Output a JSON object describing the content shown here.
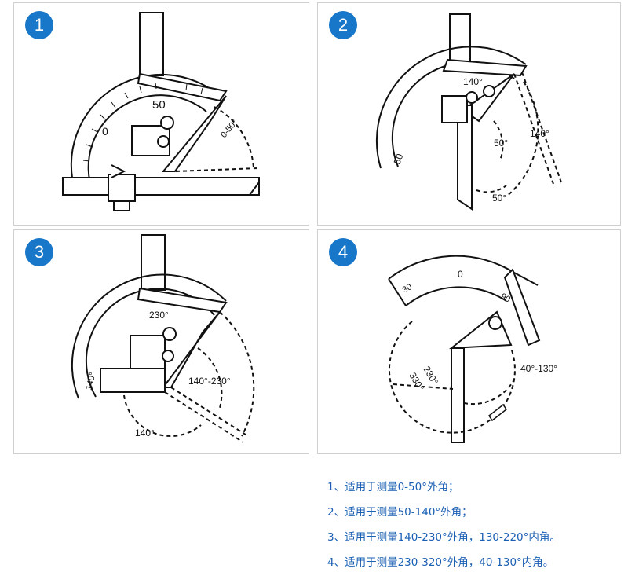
{
  "panels": [
    {
      "number": "1",
      "labels": {
        "scale_mark_a": "50",
        "scale_mark_b": "0",
        "range": "0-50°"
      }
    },
    {
      "number": "2",
      "labels": {
        "scale_mark_a": "140°",
        "scale_mark_b": "50",
        "angle_outer": "140°",
        "angle_inner": "50°",
        "angle_bottom": "50°"
      }
    },
    {
      "number": "3",
      "labels": {
        "scale_mark_a": "230°",
        "scale_mark_b": "140°",
        "range": "140°-230°",
        "angle_bottom": "140°"
      }
    },
    {
      "number": "4",
      "labels": {
        "scale_mark_a": "0",
        "scale_mark_b": "30",
        "scale_mark_c": "90",
        "angle_a": "230°",
        "angle_b": "330°",
        "range": "40°-130°"
      }
    }
  ],
  "notes": [
    "1、适用于测量0-50°外角；",
    "2、适用于测量50-140°外角；",
    "3、适用于测量140-230°外角，130-220°内角。",
    "4、适用于测量230-320°外角，40-130°内角。"
  ]
}
